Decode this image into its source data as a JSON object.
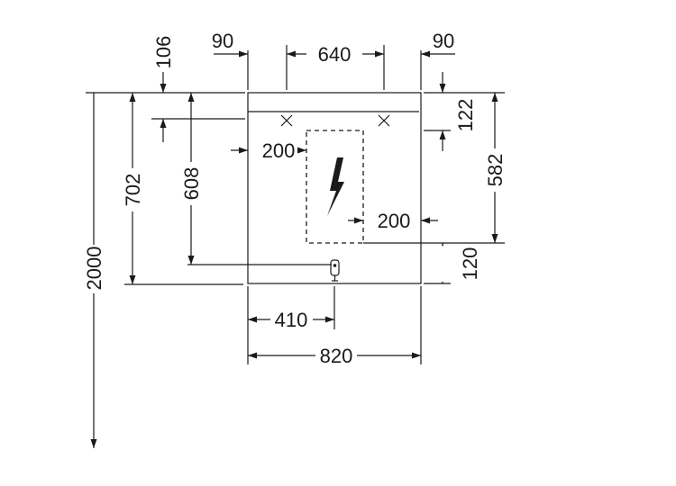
{
  "dimensions": {
    "total_height": "2000",
    "cabinet_height": "702",
    "socket_height": "608",
    "top_offset": "106",
    "left_overhang": "90",
    "right_overhang": "90",
    "light_width": "640",
    "light_depth": "122",
    "zone_height": "582",
    "zone_left_clearance": "200",
    "zone_right_clearance": "200",
    "bottom_offset": "120",
    "socket_offset": "410",
    "cabinet_width": "820"
  },
  "icons": {
    "electric": "lightning-bolt-icon",
    "socket": "socket-icon",
    "light_marker": "cross-icon"
  }
}
